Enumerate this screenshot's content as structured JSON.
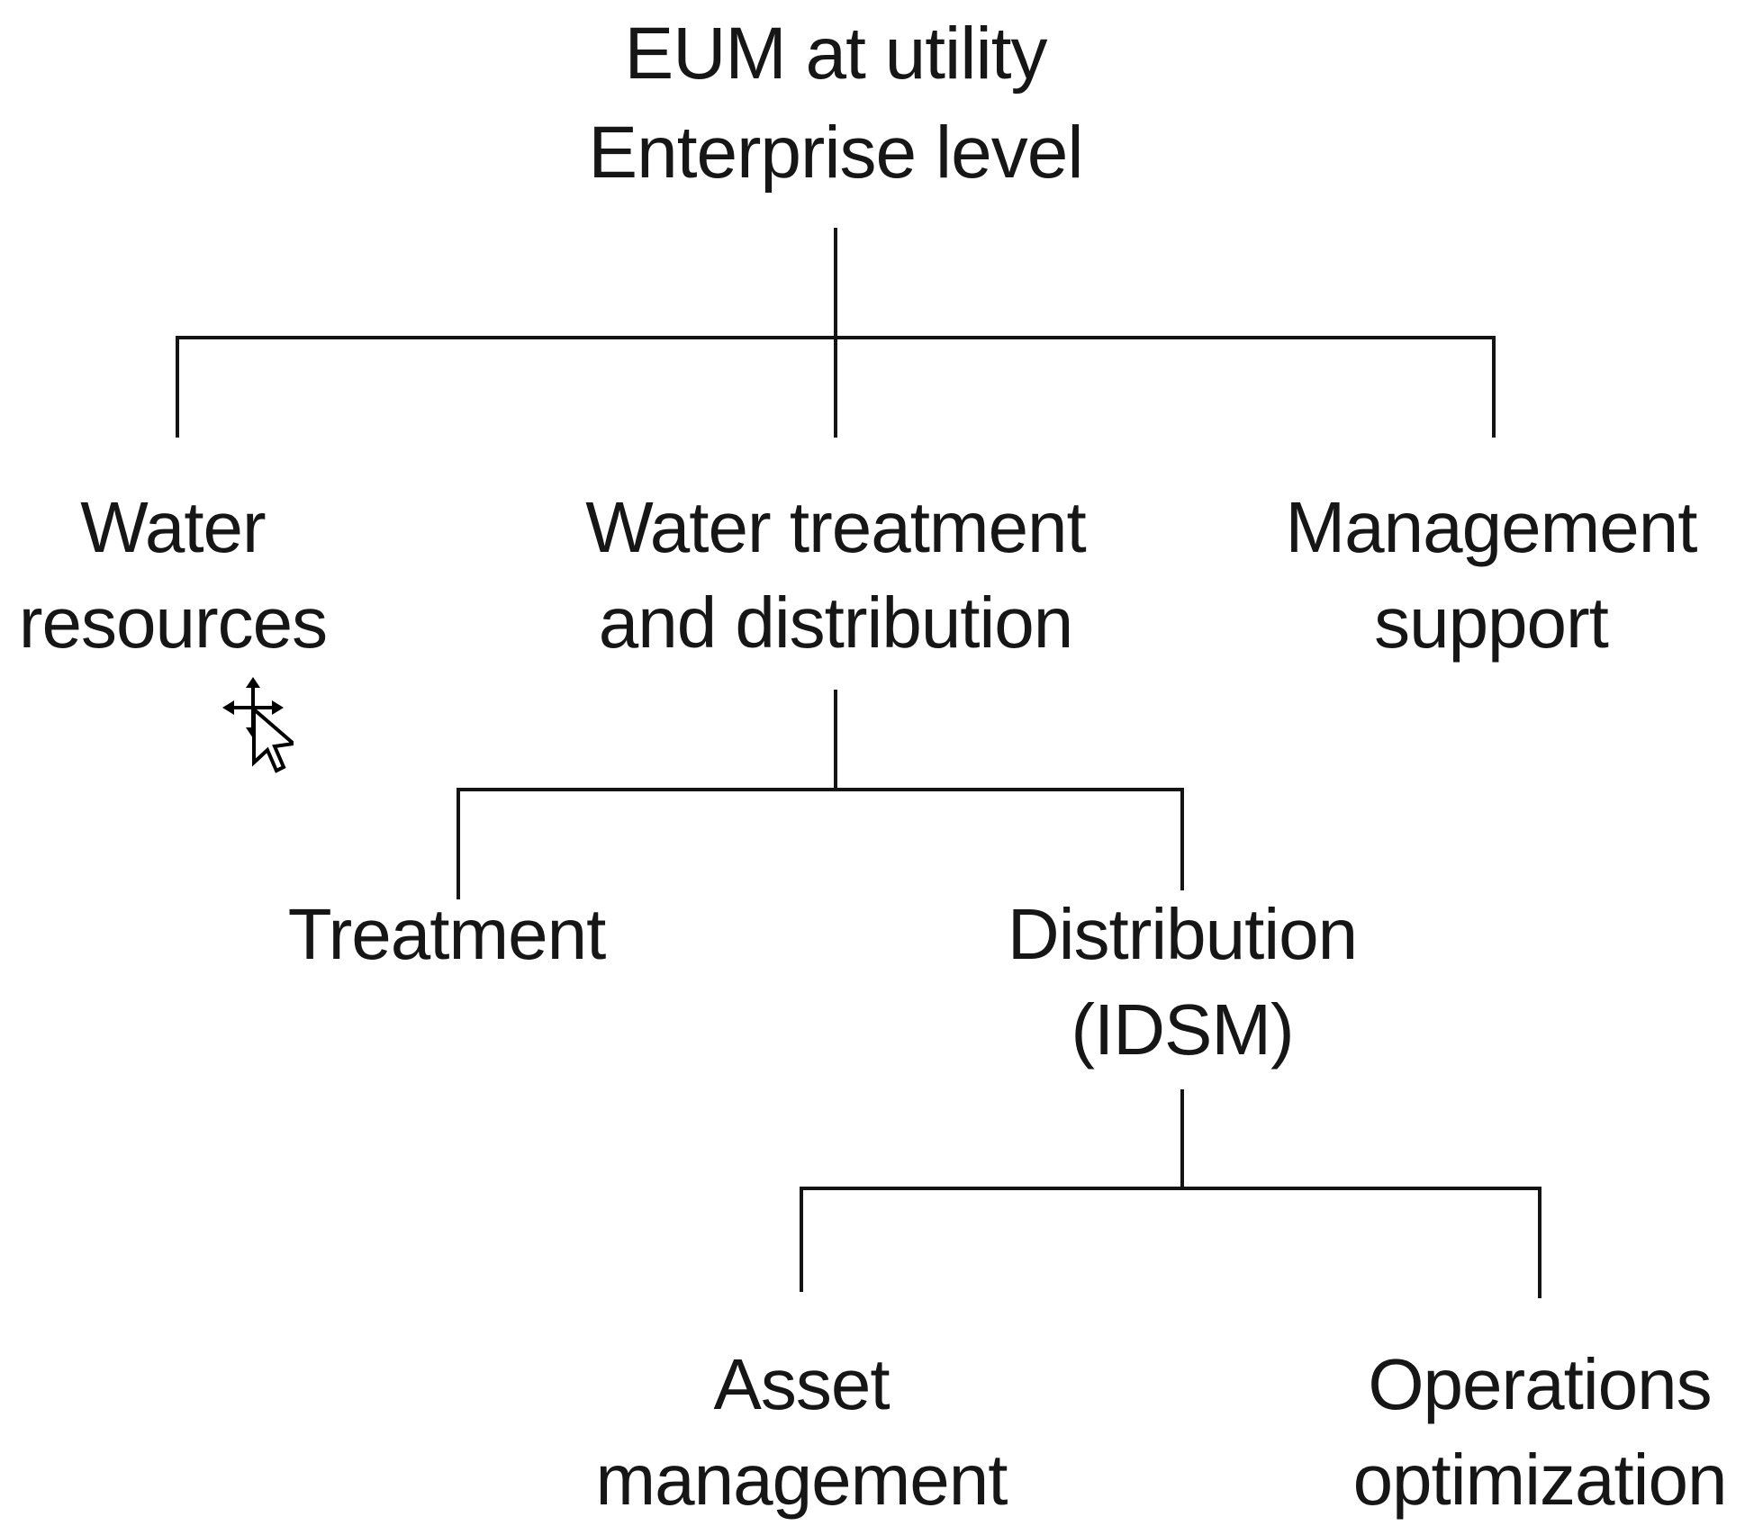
{
  "diagram": {
    "title": {
      "label": "EUM at utility\nEnterprise level"
    },
    "level1": [
      {
        "id": "water-resources",
        "label": "Water\nresources"
      },
      {
        "id": "water-treatment-and-distribution",
        "label": "Water treatment\nand distribution"
      },
      {
        "id": "management-support",
        "label": "Management\nsupport"
      }
    ],
    "level2": [
      {
        "id": "treatment",
        "label": "Treatment"
      },
      {
        "id": "distribution-idsm",
        "label": "Distribution\n(IDSM)"
      }
    ],
    "level3": [
      {
        "id": "asset-management",
        "label": "Asset\nmanagement"
      },
      {
        "id": "operations-optimization",
        "label": "Operations\noptimization"
      }
    ],
    "cursor": {
      "icon": "move-pointer-cursor"
    },
    "colors": {
      "line": "#141414",
      "text": "#161616",
      "background": "#ffffff"
    }
  }
}
